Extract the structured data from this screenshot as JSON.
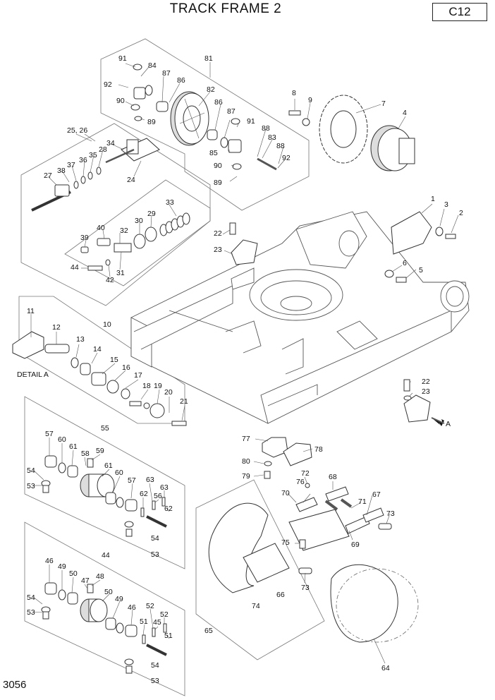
{
  "header": {
    "title": "TRACK FRAME 2",
    "code": "C12"
  },
  "footer": {
    "page_number": "3056"
  },
  "detail_label": "DETAIL A",
  "arrow_label": "A",
  "callouts": {
    "c1": "1",
    "c2": "2",
    "c3": "3",
    "c4": "4",
    "c5": "5",
    "c6": "6",
    "c7": "7",
    "c8": "8",
    "c9": "9",
    "c10": "10",
    "c11": "11",
    "c12": "12",
    "c13": "13",
    "c14": "14",
    "c15": "15",
    "c16": "16",
    "c17": "17",
    "c18": "18",
    "c19": "19",
    "c20": "20",
    "c21": "21",
    "c22a": "22",
    "c22b": "22",
    "c23a": "23",
    "c23b": "23",
    "c24": "24",
    "c2526": "25, 26",
    "c27": "27",
    "c28": "28",
    "c29": "29",
    "c30": "30",
    "c31": "31",
    "c32": "32",
    "c33": "33",
    "c34": "34",
    "c35": "35",
    "c36": "36",
    "c37": "37",
    "c38": "38",
    "c39": "39",
    "c40": "40",
    "c42": "42",
    "c44a": "44",
    "c44b": "44",
    "c45": "45",
    "c46a": "46",
    "c46b": "46",
    "c47": "47",
    "c48": "48",
    "c49a": "49",
    "c49b": "49",
    "c50a": "50",
    "c50b": "50",
    "c51a": "51",
    "c51b": "51",
    "c52a": "52",
    "c52b": "52",
    "c53a": "53",
    "c53b": "53",
    "c53c": "53",
    "c53d": "53",
    "c54a": "54",
    "c54b": "54",
    "c54c": "54",
    "c54d": "54",
    "c55": "55",
    "c56": "56",
    "c57a": "57",
    "c57b": "57",
    "c58": "58",
    "c59": "59",
    "c60a": "60",
    "c60b": "60",
    "c61a": "61",
    "c61b": "61",
    "c62a": "62",
    "c62b": "62",
    "c63a": "63",
    "c63b": "63",
    "c64": "64",
    "c65": "65",
    "c66": "66",
    "c67": "67",
    "c68": "68",
    "c69": "69",
    "c70": "70",
    "c71": "71",
    "c72": "72",
    "c73a": "73",
    "c73b": "73",
    "c74": "74",
    "c75": "75",
    "c76": "76",
    "c77": "77",
    "c78": "78",
    "c79": "79",
    "c80": "80",
    "c81": "81",
    "c82": "82",
    "c83": "83",
    "c84": "84",
    "c85": "85",
    "c86a": "86",
    "c86b": "86",
    "c87a": "87",
    "c87b": "87",
    "c88a": "88",
    "c88b": "88",
    "c89a": "89",
    "c89b": "89",
    "c90a": "90",
    "c90b": "90",
    "c91a": "91",
    "c91b": "91",
    "c92a": "92",
    "c92b": "92"
  }
}
